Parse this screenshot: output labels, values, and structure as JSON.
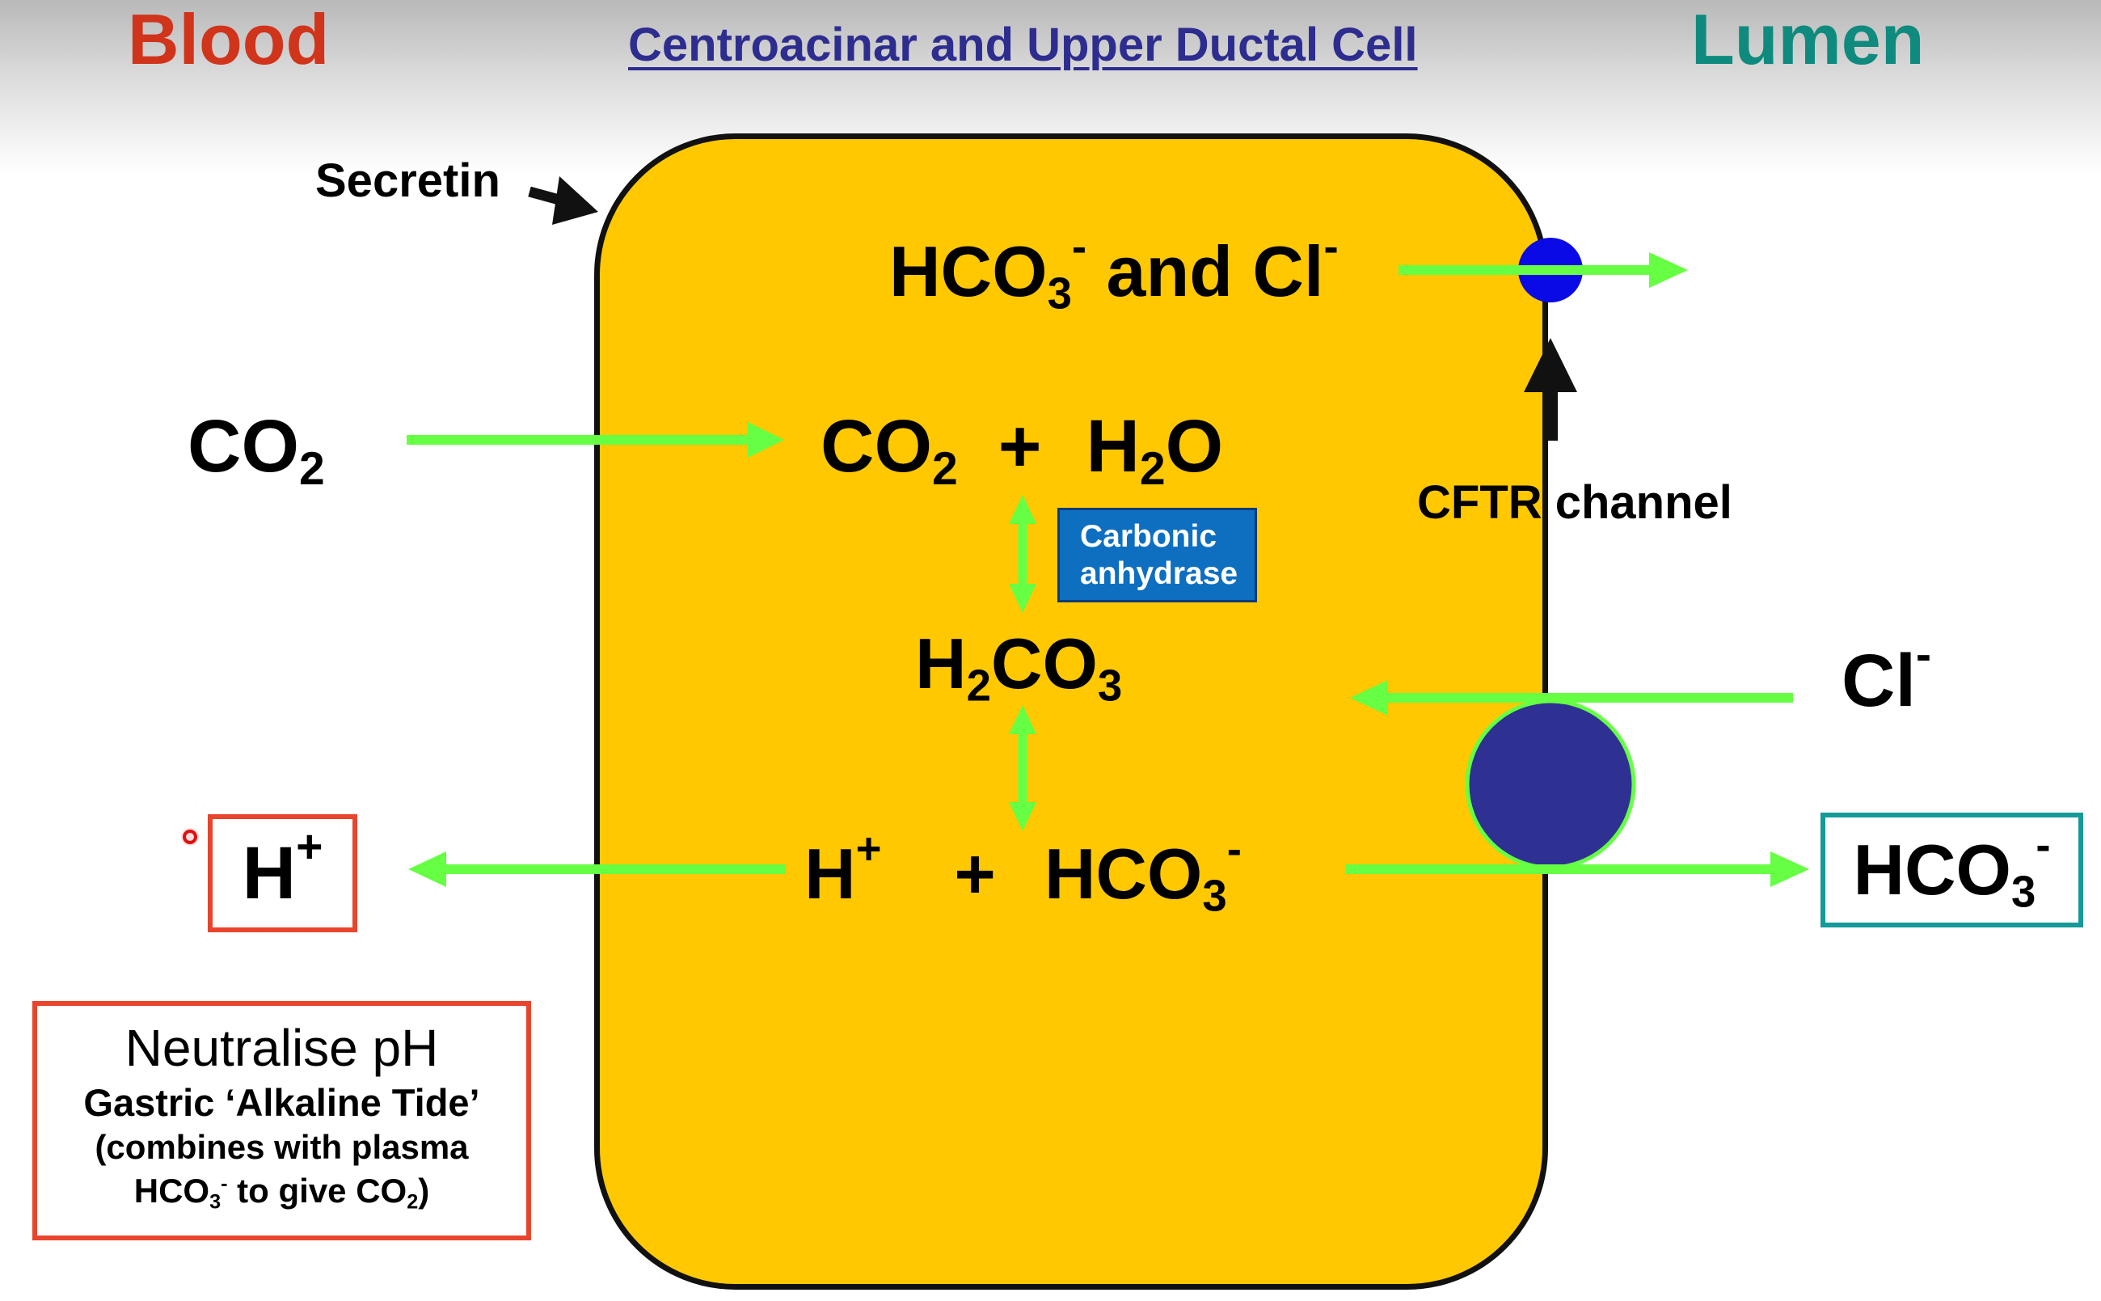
{
  "header": {
    "left_label": "Blood",
    "title": "Centroacinar and Upper Ductal Cell",
    "right_label": "Lumen"
  },
  "labels": {
    "secretin": "Secretin",
    "cftr": "CFTR channel",
    "enzyme_line1": "Carbonic",
    "enzyme_line2": "anhydrase"
  },
  "formulas": {
    "hco3": "HCO",
    "and_cl": " and Cl",
    "co2": "CO",
    "plus": "+",
    "h2o_h": "H",
    "h2o_o": "O",
    "h2co3_h": "H",
    "h2co3_co": "CO",
    "h": "H",
    "cl": "Cl",
    "sub2": "2",
    "sub3": "3",
    "sup_minus": "-",
    "sup_plus": "+"
  },
  "note": {
    "title": "Neutralise pH",
    "line1": "Gastric ‘Alkaline  Tide’",
    "line2": "(combines with plasma",
    "line3_a": "HCO",
    "line3_b": " to give CO",
    "line3_c": ")"
  },
  "colors": {
    "cell_fill": "#ffc800",
    "arrow_green": "#66ff44",
    "blood_red": "#d0341b",
    "lumen_teal": "#0f8a7e",
    "title_navy": "#2d2d8f",
    "cftr_blue": "#0a0ae6",
    "exchanger_navy": "#2e3191",
    "enzyme_blue": "#0e6fc0"
  }
}
